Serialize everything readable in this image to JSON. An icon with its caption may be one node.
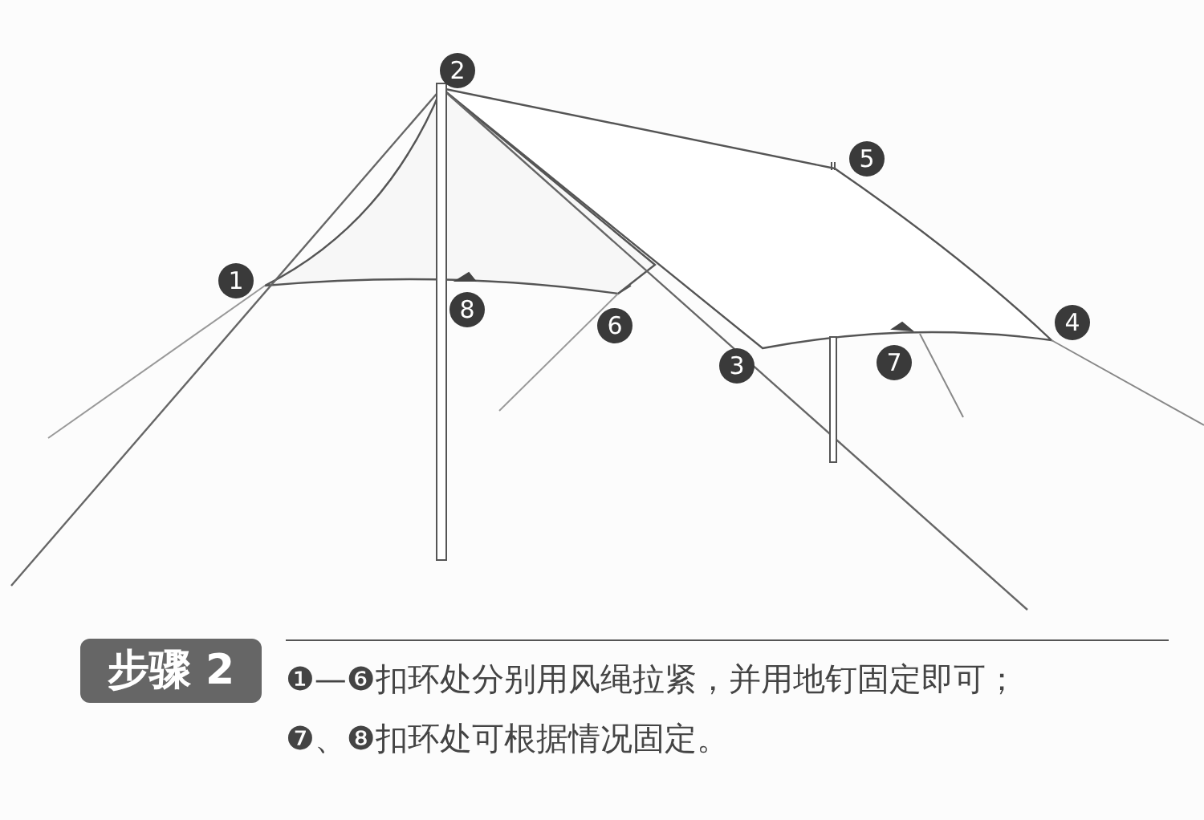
{
  "diagram": {
    "nodes": [
      {
        "text": [
          "步骤 2"
        ]
      },
      {
        "text": [
          "1"
        ]
      },
      {
        "text": [
          "2"
        ]
      },
      {
        "text": [
          "3"
        ]
      },
      {
        "text": [
          "4"
        ]
      },
      {
        "text": [
          "5"
        ]
      },
      {
        "text": [
          "6"
        ]
      },
      {
        "text": [
          "7"
        ]
      },
      {
        "text": [
          "8"
        ]
      }
    ],
    "edges": [],
    "labels": [
      "❶—❻扣环处分别用风绳拉紧，并用地钉固定即可；",
      "❼、❽扣环处可根据情况固定。"
    ]
  }
}
